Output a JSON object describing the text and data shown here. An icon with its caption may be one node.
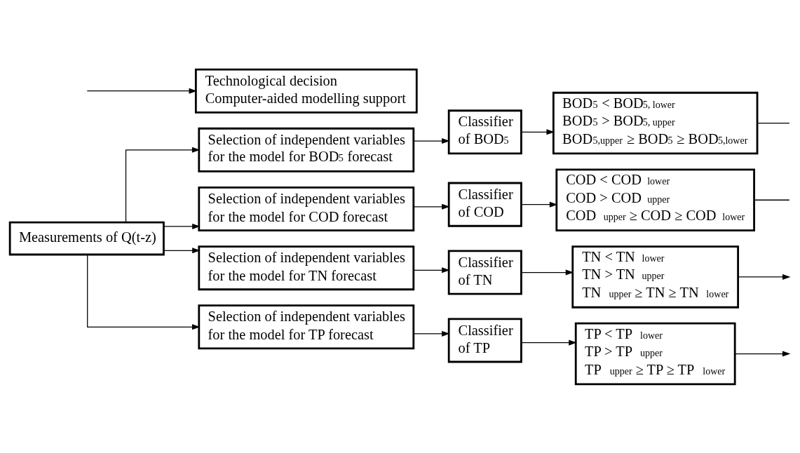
{
  "diagram": {
    "nodes": [
      {
        "text": [
          "Measurements of Q(t-z)"
        ]
      },
      {
        "text": [
          "Selection of independent variables for the model for BOD$_{5}$ forecast"
        ]
      },
      {
        "text": [
          "Classifier of BOD$_{5}$"
        ]
      },
      {
        "text": [
          "BOD$_{5}$ < BOD$_{5, lower}$",
          "BOD$_{5}$ > BOD$_{5, upper}$",
          "BOD$_{5,upper}$ ≥ BOD$_{5}$ ≥ BOD$_{5,lower}$"
        ]
      },
      {
        "text": [
          "Selection of independent variables for the model for COD forecast"
        ]
      },
      {
        "text": [
          "Classifier of COD"
        ]
      },
      {
        "text": [
          "COD < COD $_{lower}$",
          "COD > COD $_{upper}$",
          "COD $_{upper}$ ≥ COD ≥ COD $_{lower}$"
        ]
      },
      {
        "text": [
          "Selection of independent variables for the model for TN forecast"
        ]
      },
      {
        "text": [
          "Classifier of TN"
        ]
      },
      {
        "text": [
          "TN < TN $_{lower}$",
          "TN > TN $_{upper}$",
          "TN $_{upper}$ ≥ TN ≥ TN $_{lower}$"
        ]
      },
      {
        "text": [
          "Selection of independent variables for the model for TP forecast"
        ]
      },
      {
        "text": [
          "Classifier of TP"
        ]
      },
      {
        "text": [
          "TP < TP $_{lower}$",
          "TP > TP $_{upper}$",
          "TP $_{upper}$ ≥ TP ≥ TP $_{lower}$"
        ]
      },
      {
        "text": [
          "Technological decision",
          "Computer-aided modelling support"
        ]
      }
    ],
    "edges": [
      {
        "from": 0,
        "to": 1,
        "arrow": "to"
      },
      {
        "from": 0,
        "to": 4,
        "arrow": "to"
      },
      {
        "from": 0,
        "to": 7,
        "arrow": "to"
      },
      {
        "from": 0,
        "to": 10,
        "arrow": "to"
      },
      {
        "from": 1,
        "to": 2,
        "arrow": "to"
      },
      {
        "from": 2,
        "to": 3,
        "arrow": "to"
      },
      {
        "from": 4,
        "to": 5,
        "arrow": "to"
      },
      {
        "from": 5,
        "to": 6,
        "arrow": "to"
      },
      {
        "from": 7,
        "to": 8,
        "arrow": "to"
      },
      {
        "from": 8,
        "to": 9,
        "arrow": "to"
      },
      {
        "from": 10,
        "to": 11,
        "arrow": "to"
      },
      {
        "from": 11,
        "to": 12,
        "arrow": "to"
      },
      {
        "from": 3,
        "to": null,
        "arrow": "none"
      },
      {
        "from": 6,
        "to": null,
        "arrow": "none"
      },
      {
        "from": 9,
        "to": null,
        "arrow": "to"
      },
      {
        "from": 12,
        "to": null,
        "arrow": "to"
      },
      {
        "from": null,
        "to": 13,
        "arrow": "to"
      }
    ]
  }
}
